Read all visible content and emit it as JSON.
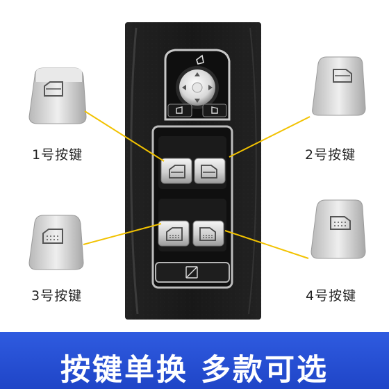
{
  "labels": {
    "key1": "1号按键",
    "key2": "2号按键",
    "key3": "3号按键",
    "key4": "4号按键"
  },
  "banner": {
    "title": "按键单换  多款可选"
  },
  "colors": {
    "leader_line": "#f2c200",
    "banner": "#2450d6",
    "panel": "#1c1c1c"
  }
}
